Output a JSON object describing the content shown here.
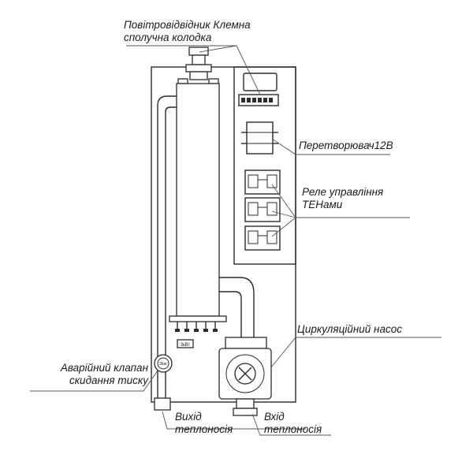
{
  "labels": {
    "air_vent_terminal_line1": "Повітровідвідник Клемна",
    "air_vent_terminal_line2": "сполучна колодка",
    "converter": "Перетворювач12В",
    "relay_line1": "Реле управління",
    "relay_line2": "ТЕНами",
    "pump": "Циркуляційний насос",
    "valve_line1": "Аварійний клапан",
    "valve_line2": "скидання тиску",
    "outlet_line1": "Вихід",
    "outlet_line2": "теплоносія",
    "inlet_line1": "Вхід",
    "inlet_line2": "теплоносія"
  },
  "tags": {
    "heater_tag": "3кВт",
    "valve_tag": "3bar"
  }
}
